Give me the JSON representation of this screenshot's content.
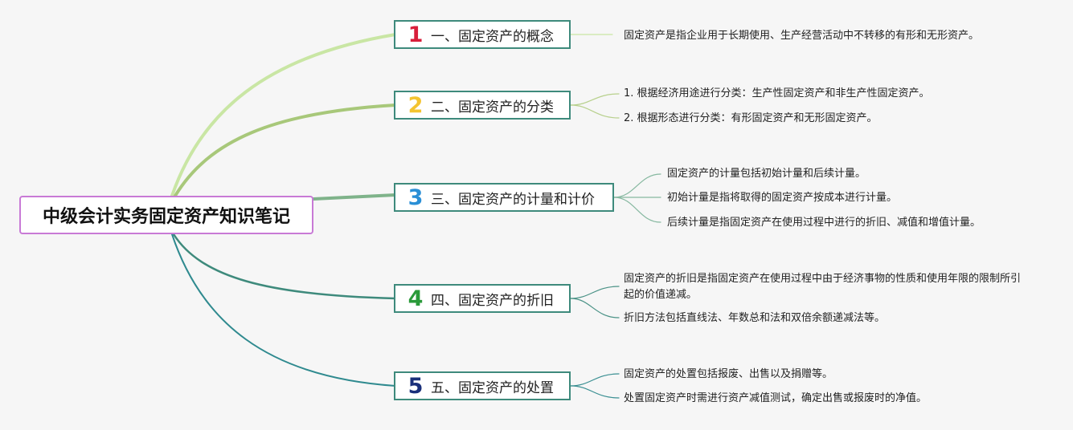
{
  "root": {
    "title": "中级会计实务固定资产知识笔记"
  },
  "branches": [
    {
      "number": "1",
      "number_color": "#d81e3a",
      "label": "一、固定资产的概念",
      "link_color": "#c9e6a4",
      "leaf_link_color": "#c9e6a4",
      "leaves": [
        "固定资产是指企业用于长期使用、生产经营活动中不转移的有形和无形资产。"
      ]
    },
    {
      "number": "2",
      "number_color": "#f4c430",
      "label": "二、固定资产的分类",
      "link_color": "#a8c87a",
      "leaf_link_color": "#b7d08c",
      "leaves": [
        "1. 根据经济用途进行分类：生产性固定资产和非生产性固定资产。",
        "2. 根据形态进行分类：有形固定资产和无形固定资产。"
      ]
    },
    {
      "number": "3",
      "number_color": "#2a8fd6",
      "label": "三、固定资产的计量和计价",
      "link_color": "#7fb38a",
      "leaf_link_color": "#86b8a0",
      "leaves": [
        "固定资产的计量包括初始计量和后续计量。",
        "初始计量是指将取得的固定资产按成本进行计量。",
        "后续计量是指固定资产在使用过程中进行的折旧、减值和增值计量。"
      ]
    },
    {
      "number": "4",
      "number_color": "#2a9a3a",
      "label": "四、固定资产的折旧",
      "link_color": "#3e8a7c",
      "leaf_link_color": "#4a9286",
      "leaves": [
        "固定资产的折旧是指固定资产在使用过程中由于经济事物的性质和使用年限的限制所引起的价值递减。",
        "折旧方法包括直线法、年数总和法和双倍余额递减法等。"
      ]
    },
    {
      "number": "5",
      "number_color": "#1a2f7a",
      "label": "五、固定资产的处置",
      "link_color": "#2f8a8f",
      "leaf_link_color": "#3a8f92",
      "leaves": [
        "固定资产的处置包括报废、出售以及捐赠等。",
        "处置固定资产时需进行资产减值测试，确定出售或报废时的净值。"
      ]
    }
  ]
}
